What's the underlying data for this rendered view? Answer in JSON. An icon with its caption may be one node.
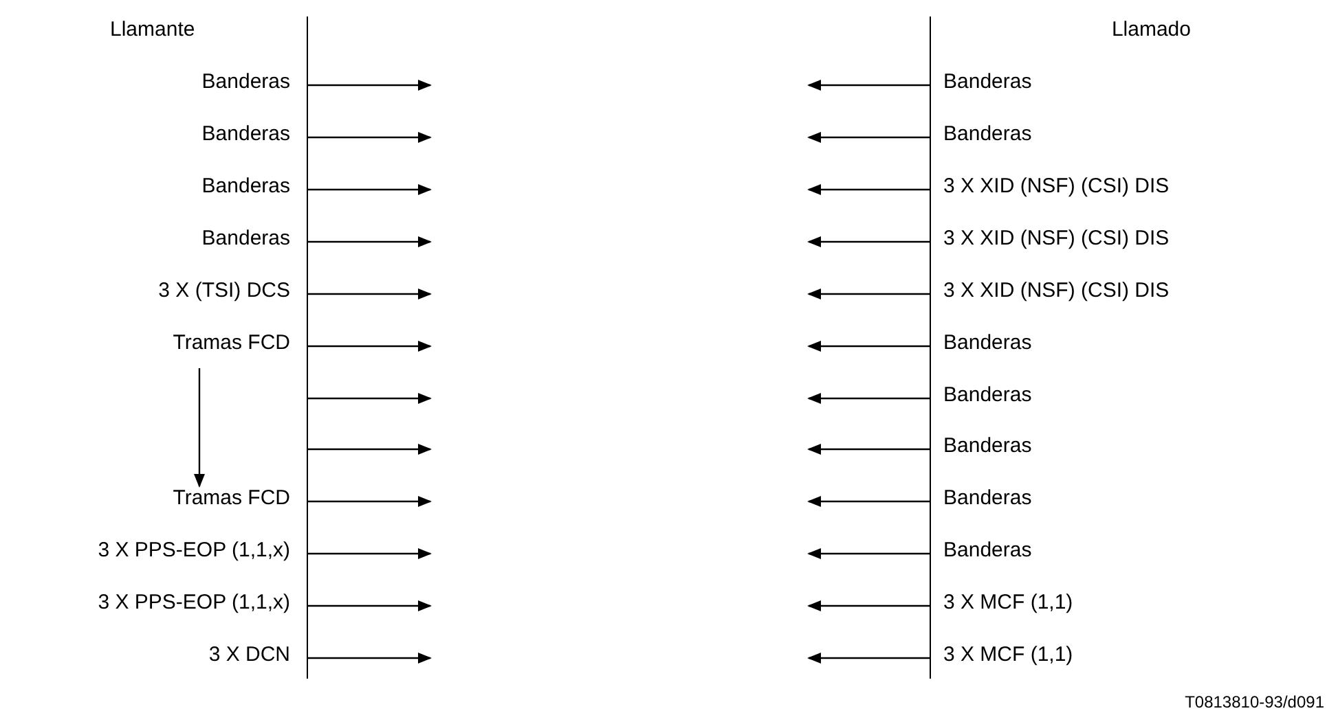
{
  "diagram": {
    "nodes": [
      {
        "text": [
          "Llamante"
        ]
      },
      {
        "text": [
          "Llamado"
        ]
      }
    ],
    "edges": [
      {
        "from": 0,
        "to": null,
        "arrow": "to"
      },
      {
        "from": 1,
        "to": null,
        "arrow": "to"
      },
      {
        "from": 0,
        "to": null,
        "arrow": "to"
      },
      {
        "from": 1,
        "to": null,
        "arrow": "to"
      },
      {
        "from": 0,
        "to": null,
        "arrow": "to"
      },
      {
        "from": 1,
        "to": null,
        "arrow": "to"
      },
      {
        "from": 0,
        "to": null,
        "arrow": "to"
      },
      {
        "from": 1,
        "to": null,
        "arrow": "to"
      },
      {
        "from": 0,
        "to": null,
        "arrow": "to"
      },
      {
        "from": 1,
        "to": null,
        "arrow": "to"
      },
      {
        "from": 0,
        "to": null,
        "arrow": "to"
      },
      {
        "from": 1,
        "to": null,
        "arrow": "to"
      },
      {
        "from": 0,
        "to": null,
        "arrow": "to"
      },
      {
        "from": 1,
        "to": null,
        "arrow": "to"
      },
      {
        "from": 0,
        "to": null,
        "arrow": "to"
      },
      {
        "from": 1,
        "to": null,
        "arrow": "to"
      },
      {
        "from": 0,
        "to": null,
        "arrow": "to"
      },
      {
        "from": 1,
        "to": null,
        "arrow": "to"
      },
      {
        "from": 0,
        "to": null,
        "arrow": "to"
      },
      {
        "from": 1,
        "to": null,
        "arrow": "to"
      },
      {
        "from": 0,
        "to": null,
        "arrow": "to"
      },
      {
        "from": 1,
        "to": null,
        "arrow": "to"
      },
      {
        "from": 0,
        "to": null,
        "arrow": "to"
      },
      {
        "from": 1,
        "to": null,
        "arrow": "to"
      }
    ],
    "labels": [
      "Banderas",
      "Banderas",
      "Banderas",
      "Banderas",
      "Banderas",
      "3 X XID (NSF) (CSI) DIS",
      "Banderas",
      "3 X XID (NSF) (CSI) DIS",
      "3 X (TSI) DCS",
      "3 X XID (NSF) (CSI) DIS",
      "Tramas FCD",
      "Banderas",
      "Banderas",
      "Banderas",
      "Tramas FCD",
      "Banderas",
      "3 X PPS-EOP (1,1,x)",
      "Banderas",
      "3 X PPS-EOP (1,1,x)",
      "3 X MCF (1,1)",
      "3 X DCN",
      "3 X MCF (1,1)",
      "T0813810-93/d091"
    ]
  }
}
